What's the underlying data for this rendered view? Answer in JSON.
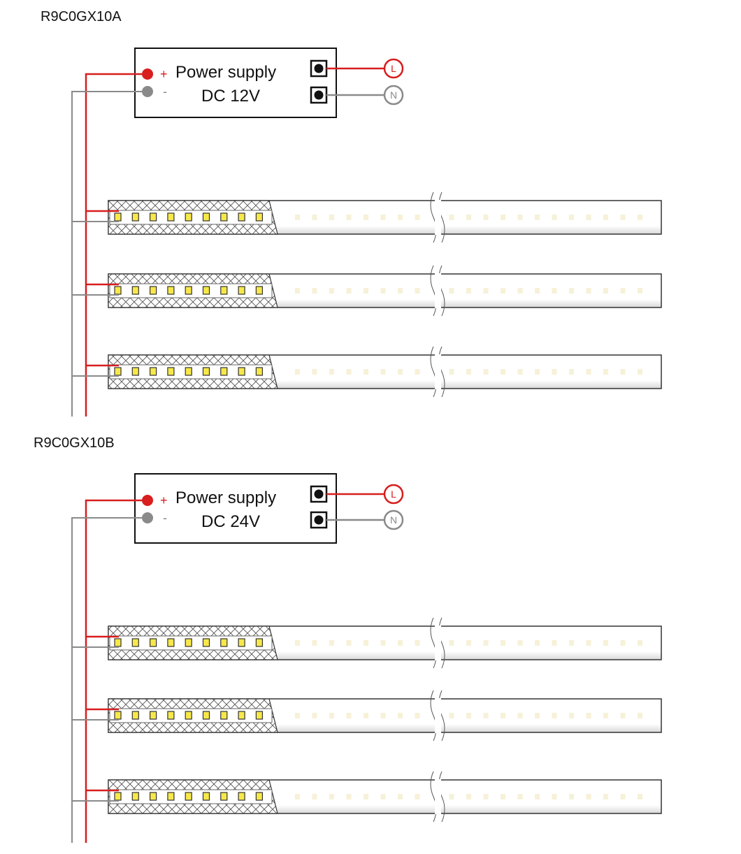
{
  "diagrams": [
    {
      "model": "R9C0GX10A",
      "power_supply": {
        "title": "Power supply",
        "voltage": "DC 12V",
        "plus": "+",
        "minus": "-"
      },
      "terminals": {
        "live": "L",
        "neutral": "N"
      },
      "strip_count": 3
    },
    {
      "model": "R9C0GX10B",
      "power_supply": {
        "title": "Power supply",
        "voltage": "DC 24V",
        "plus": "+",
        "minus": "-"
      },
      "terminals": {
        "live": "L",
        "neutral": "N"
      },
      "strip_count": 3
    }
  ],
  "colors": {
    "positive_wire": "#d81e1e",
    "negative_wire": "#8a8a8a",
    "led": "#f7e84a",
    "outline": "#333333"
  }
}
